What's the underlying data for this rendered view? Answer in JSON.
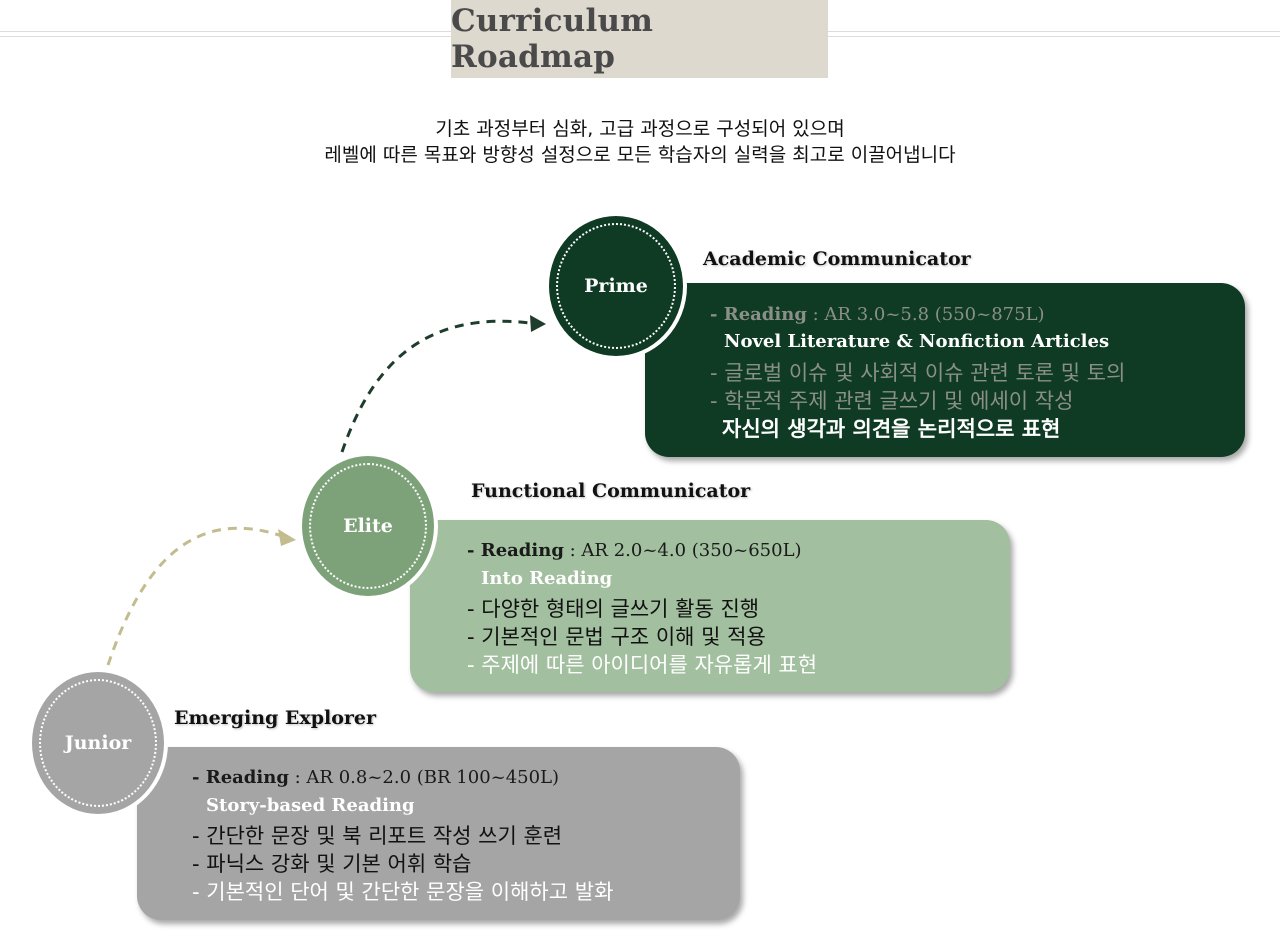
{
  "header": {
    "title": "Curriculum Roadmap",
    "subtitle_line1": "기초 과정부터 심화, 고급 과정으로 구성되어 있으며",
    "subtitle_line2": "레벨에 따른 목표와 방향성 설정으로 모든 학습자의 실력을 최고로 이끌어냅니다"
  },
  "colors": {
    "prime": "#0f3a24",
    "elite": "#a2bf9f",
    "elite_circle": "#7da279",
    "junior": "#a5a5a5",
    "title_bg": "#ded9cf"
  },
  "levels": {
    "prime": {
      "badge": "Prime",
      "name": "Academic Communicator",
      "reading_label": "- Reading",
      "reading_value": " : AR 3.0~5.8 (550~875L)",
      "program": "Novel Literature & Nonfiction Articles",
      "items": [
        "- 글로벌 이슈 및 사회적 이슈 관련 토론 및 토의",
        "- 학문적 주제 관련 글쓰기 및 에세이 작성",
        "자신의 생각과 의견을 논리적으로 표현"
      ]
    },
    "elite": {
      "badge": "Elite",
      "name": "Functional Communicator",
      "reading_label": "- Reading",
      "reading_value": " : AR 2.0~4.0 (350~650L)",
      "program": "Into Reading",
      "items": [
        "- 다양한 형태의 글쓰기 활동 진행",
        "- 기본적인 문법 구조 이해 및 적용",
        "- 주제에 따른 아이디어를 자유롭게 표현"
      ]
    },
    "junior": {
      "badge": "Junior",
      "name": "Emerging Explorer",
      "reading_label": "- Reading",
      "reading_value": " :  AR 0.8~2.0 (BR 100~450L)",
      "program": "Story-based Reading",
      "items": [
        "- 간단한 문장 및 북 리포트 작성 쓰기 훈련",
        "- 파닉스 강화 및 기본 어휘 학습",
        "- 기본적인 단어 및 간단한 문장을 이해하고 발화"
      ]
    }
  }
}
